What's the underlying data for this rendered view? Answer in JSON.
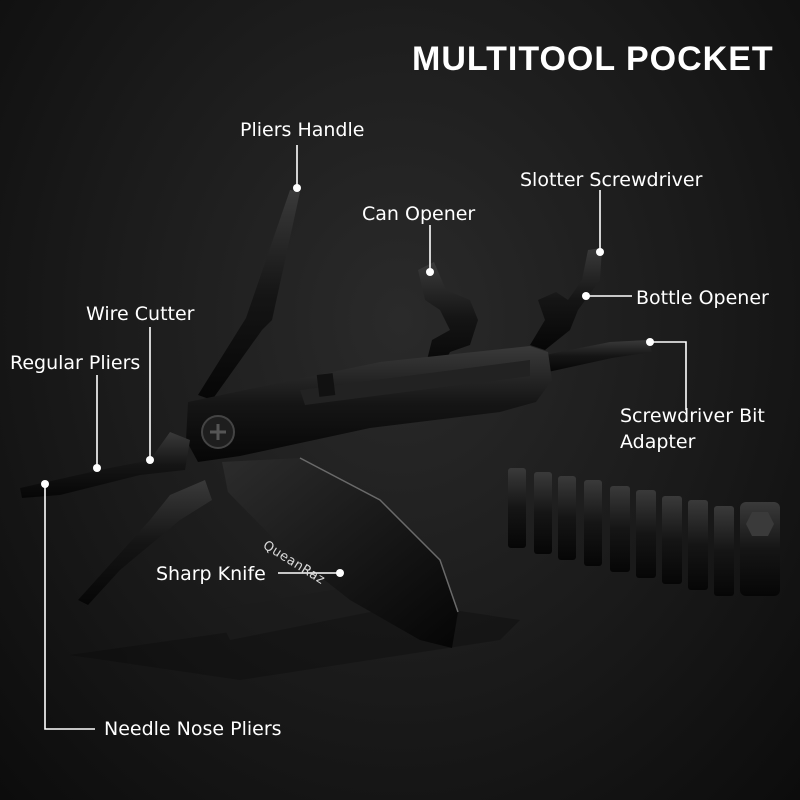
{
  "title": "MULTITOOL POCKET",
  "brand_engraving": "QueanRaz",
  "labels": {
    "pliers_handle": "Pliers Handle",
    "slotter_screwdriver": "Slotter Screwdriver",
    "can_opener": "Can Opener",
    "bottle_opener": "Bottle Opener",
    "wire_cutter": "Wire Cutter",
    "regular_pliers": "Regular Pliers",
    "screwdriver_bit_adapter_line1": "Screwdriver Bit",
    "screwdriver_bit_adapter_line2": "Adapter",
    "sharp_knife": "Sharp Knife",
    "needle_nose_pliers": "Needle Nose Pliers"
  },
  "colors": {
    "background": "#1a1a1a",
    "tool_body": "#0d0d0d",
    "text": "#ffffff",
    "callout_line": "#ffffff"
  }
}
